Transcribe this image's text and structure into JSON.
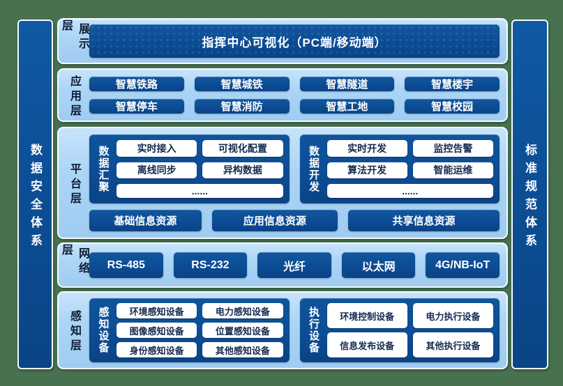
{
  "diagram": {
    "sidebars": {
      "left_label": "数据安全体系",
      "right_label": "标准规范体系"
    },
    "layers": {
      "display": {
        "label": "展示层",
        "box": "指挥中心可视化（PC端/移动端）"
      },
      "application": {
        "label": "应用层",
        "items": [
          "智慧铁路",
          "智慧城铁",
          "智慧隧道",
          "智慧楼宇",
          "智慧停车",
          "智慧消防",
          "智慧工地",
          "智慧校园"
        ]
      },
      "platform": {
        "label": "平台层",
        "data_aggregation": {
          "label": "数据汇聚",
          "items": [
            "实时接入",
            "可视化配置",
            "离线同步",
            "异构数据"
          ],
          "more": "......"
        },
        "data_development": {
          "label": "数据开发",
          "items": [
            "实时开发",
            "监控告警",
            "算法开发",
            "智能运维"
          ],
          "more": "......"
        },
        "resources": [
          "基础信息资源",
          "应用信息资源",
          "共享信息资源"
        ]
      },
      "network": {
        "label": "网络层",
        "items": [
          "RS-485",
          "RS-232",
          "光纤",
          "以太网",
          "4G/NB-IoT"
        ]
      },
      "perception": {
        "label": "感知层",
        "sensing_devices": {
          "label": "感知设备",
          "items": [
            "环境感知设备",
            "电力感知设备",
            "图像感知设备",
            "位置感知设备",
            "身份感知设备",
            "其他感知设备"
          ]
        },
        "actuating_devices": {
          "label": "执行设备",
          "items": [
            "环境控制设备",
            "电力执行设备",
            "信息发布设备",
            "其他执行设备"
          ]
        }
      }
    },
    "colors": {
      "background_green": "#47714F",
      "panel_light_blue": "#ABD5F6",
      "box_dark_blue": "#0C4C94",
      "pillar_blue": "#0D5296",
      "white_box_text": "#14294E",
      "panel_label_text": "#0D1B33"
    }
  }
}
